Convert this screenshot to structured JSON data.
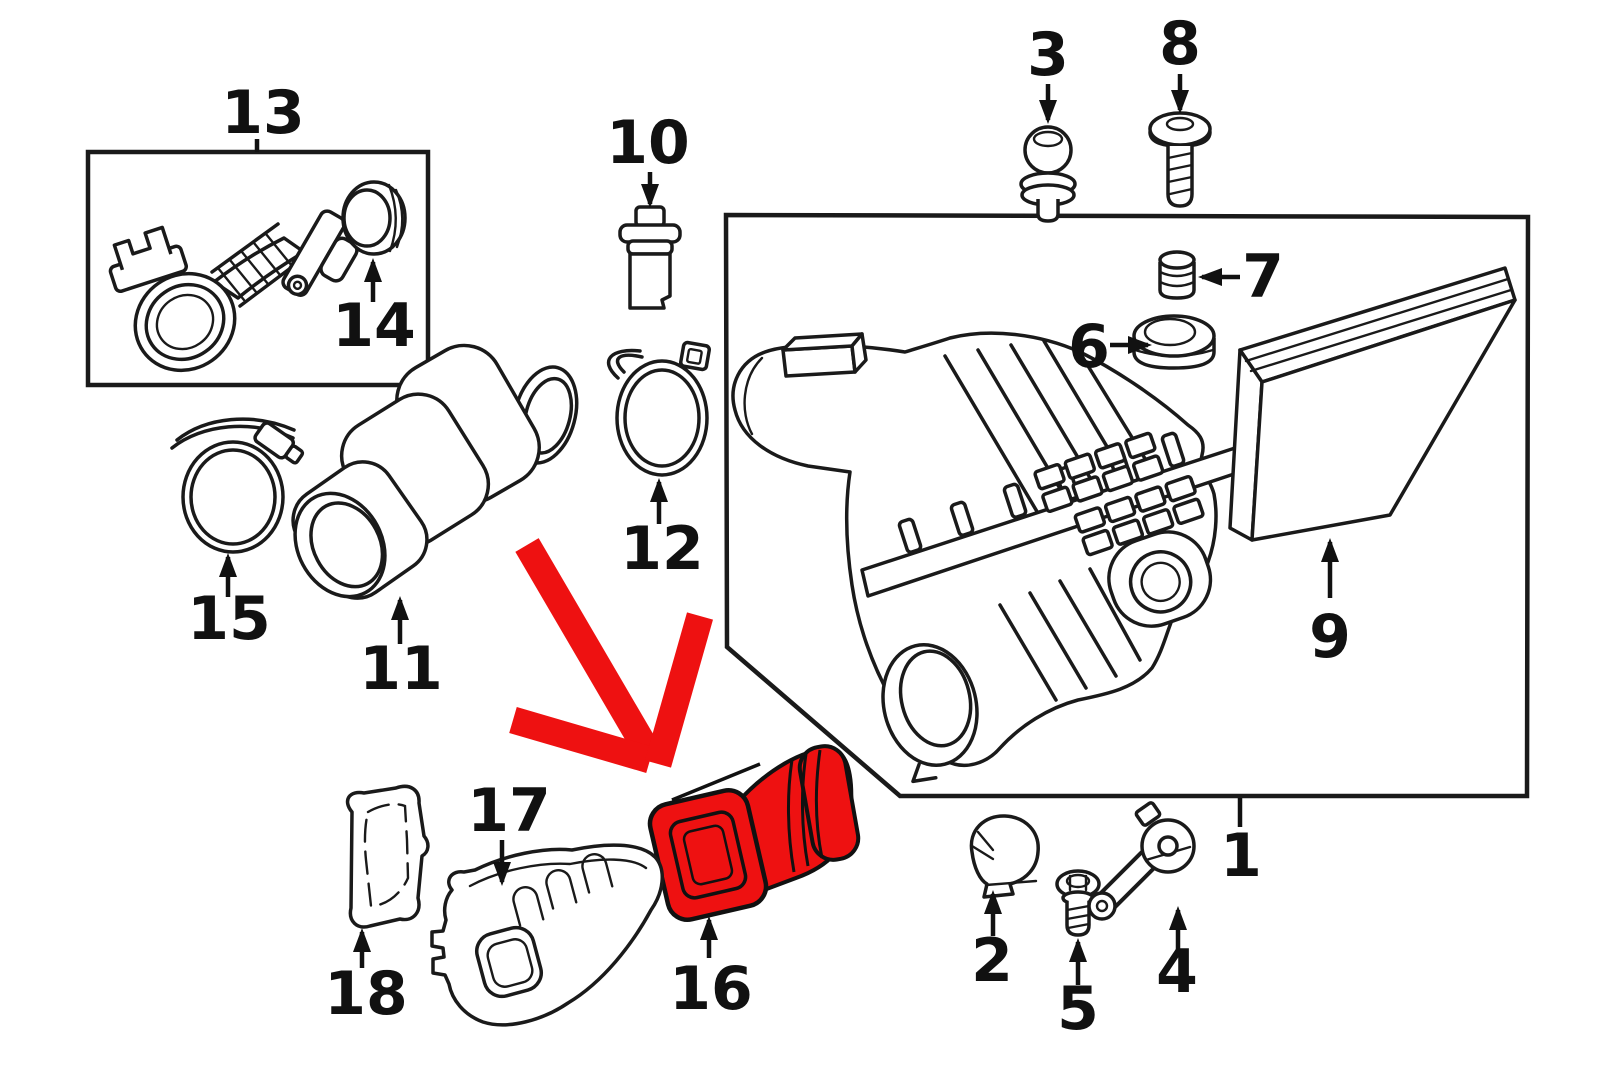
{
  "diagram": {
    "background": "#ffffff",
    "line_color": "#1a1a1a",
    "highlight_color": "#ee1111",
    "label_color": "#111111"
  },
  "labels": {
    "p1": "1",
    "p2": "2",
    "p3": "3",
    "p4": "4",
    "p5": "5",
    "p6": "6",
    "p7": "7",
    "p8": "8",
    "p9": "9",
    "p10": "10",
    "p11": "11",
    "p12": "12",
    "p13": "13",
    "p14": "14",
    "p15": "15",
    "p16": "16",
    "p17": "17",
    "p18": "18"
  }
}
